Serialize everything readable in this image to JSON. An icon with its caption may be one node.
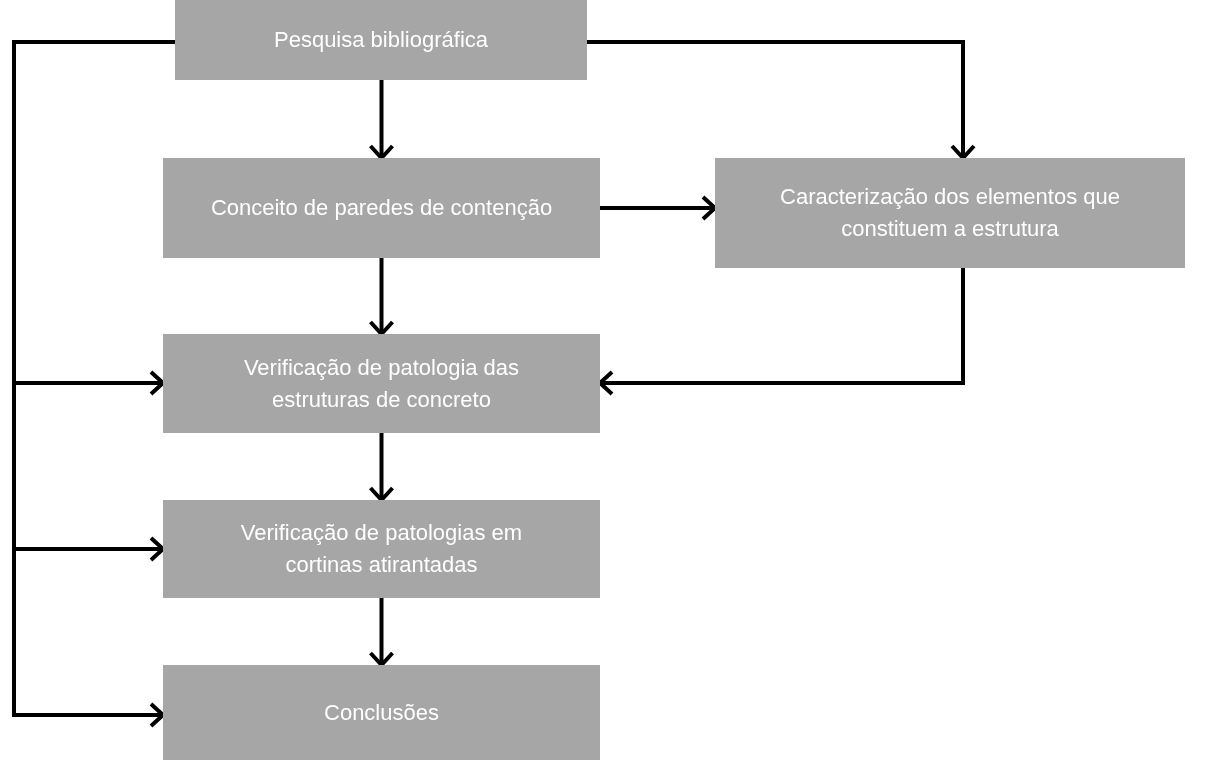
{
  "diagram": {
    "nodes": [
      {
        "text": [
          "Pesquisa bibliográfica"
        ]
      },
      {
        "text": [
          "Conceito de paredes de contenção"
        ]
      },
      {
        "text": [
          "Caracterização dos elementos que constituem a estrutura"
        ]
      },
      {
        "text": [
          "Verificação de patologia das estruturas de concreto"
        ]
      },
      {
        "text": [
          "Verificação de patologias em cortinas atirantadas"
        ]
      },
      {
        "text": [
          "Conclusões"
        ]
      }
    ],
    "edges": [
      {
        "from": 0,
        "to": 1,
        "arrow": "to"
      },
      {
        "from": 0,
        "to": 2,
        "arrow": "to"
      },
      {
        "from": 1,
        "to": 2,
        "arrow": "to"
      },
      {
        "from": 1,
        "to": 3,
        "arrow": "to"
      },
      {
        "from": 2,
        "to": 3,
        "arrow": "to"
      },
      {
        "from": 3,
        "to": 4,
        "arrow": "to"
      },
      {
        "from": 4,
        "to": 5,
        "arrow": "to"
      },
      {
        "from": 0,
        "to": 3,
        "arrow": "to"
      },
      {
        "from": 0,
        "to": 4,
        "arrow": "to"
      },
      {
        "from": 0,
        "to": 5,
        "arrow": "to"
      }
    ]
  }
}
